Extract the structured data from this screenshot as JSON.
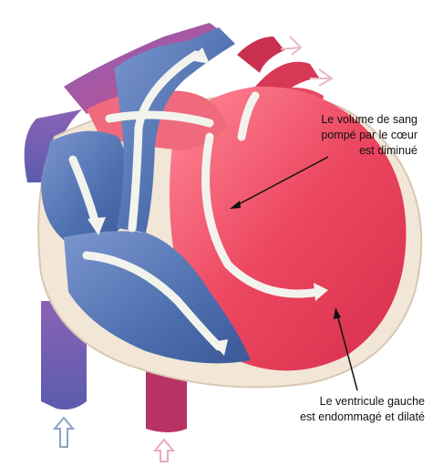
{
  "labels": {
    "blood_volume": {
      "lines": [
        "Le volume de sang",
        "pompé par le cœur",
        "est diminué"
      ]
    },
    "left_ventricle": {
      "lines": [
        "Le ventricule gauche",
        "est endommagé et dilaté"
      ]
    }
  },
  "colors": {
    "oxygenated": "#ec4660",
    "deoxygenated": "#4d6fae",
    "tissue": "#f2e6d7",
    "arrow": "#f3f3ee"
  }
}
